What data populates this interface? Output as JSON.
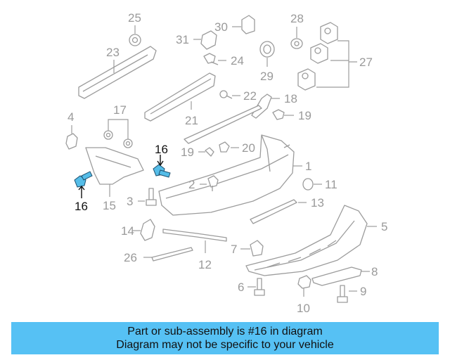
{
  "diagram": {
    "highlight_part": "16",
    "callouts": {
      "p25": "25",
      "p23": "23",
      "p31": "31",
      "p30": "30",
      "p28": "28",
      "p24": "24",
      "p29": "29",
      "p27": "27",
      "p22": "22",
      "p18": "18",
      "p21": "21",
      "p4": "4",
      "p17": "17",
      "p19a": "19",
      "p16a": "16",
      "p19b": "19",
      "p20": "20",
      "p1": "1",
      "p2": "2",
      "p11": "11",
      "p16b": "16",
      "p3": "3",
      "p15": "15",
      "p13": "13",
      "p5": "5",
      "p14": "14",
      "p7": "7",
      "p26": "26",
      "p12": "12",
      "p8": "8",
      "p6": "6",
      "p9": "9",
      "p10": "10"
    }
  },
  "banner": {
    "line1": "Part or sub-assembly is #16 in diagram",
    "line2": "Diagram may not be specific to your vehicle"
  },
  "colors": {
    "banner_bg": "#56c1f4",
    "highlight_fill": "#55bde8",
    "line_gray": "#9c9c9c"
  }
}
